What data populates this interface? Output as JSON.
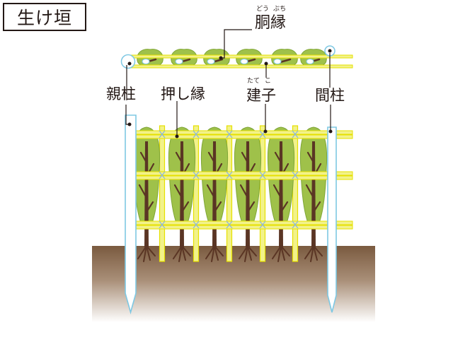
{
  "title": "生け垣",
  "labels": {
    "dobuchi": {
      "text": "胴縁",
      "ruby_1": "どう",
      "ruby_2": "ぶち"
    },
    "oyabashira": {
      "text": "親柱"
    },
    "oshibuchi": {
      "text": "押し縁"
    },
    "tateko": {
      "text": "建子",
      "ruby_1": "たて",
      "ruby_2": "こ"
    },
    "mabashira": {
      "text": "間柱"
    }
  },
  "colors": {
    "ground": "#7a5a3f",
    "ground_fade": "#ffffff",
    "bamboo_fill": "#f2f28a",
    "bamboo_stroke": "#e6e000",
    "post_fill": "#ffffff",
    "post_stroke": "#7ec8e3",
    "foliage": "#9fc14a",
    "foliage_dark": "#7fa637",
    "trunk": "#5a3524",
    "line": "#231815"
  }
}
